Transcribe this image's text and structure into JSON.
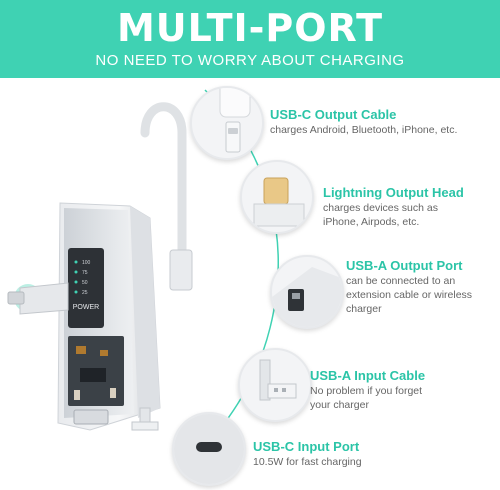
{
  "banner": {
    "title": "MULTI-PORT",
    "subtitle": "NO NEED TO WORRY ABOUT CHARGING"
  },
  "device": {
    "power_label": "POWER",
    "battery_levels": [
      "100",
      "75",
      "50",
      "25"
    ]
  },
  "features": [
    {
      "title": "USB-C Output Cable",
      "desc": [
        "charges Android, Bluetooth, iPhone, etc."
      ]
    },
    {
      "title": "Lightning Output Head",
      "desc": [
        "charges devices such as",
        "iPhone, Airpods, etc."
      ]
    },
    {
      "title": "USB-A Output Port",
      "desc": [
        "can be connected to an",
        "extension cable or wireless",
        "charger"
      ]
    },
    {
      "title": "USB-A Input Cable",
      "desc": [
        "No problem if you forget",
        "your charger"
      ]
    },
    {
      "title": "USB-C Input Port",
      "desc": [
        "10.5W for fast charging"
      ]
    }
  ],
  "colors": {
    "accent": "#3fd2b3",
    "feature_title": "#2bc4a7",
    "body_text": "#666666"
  }
}
